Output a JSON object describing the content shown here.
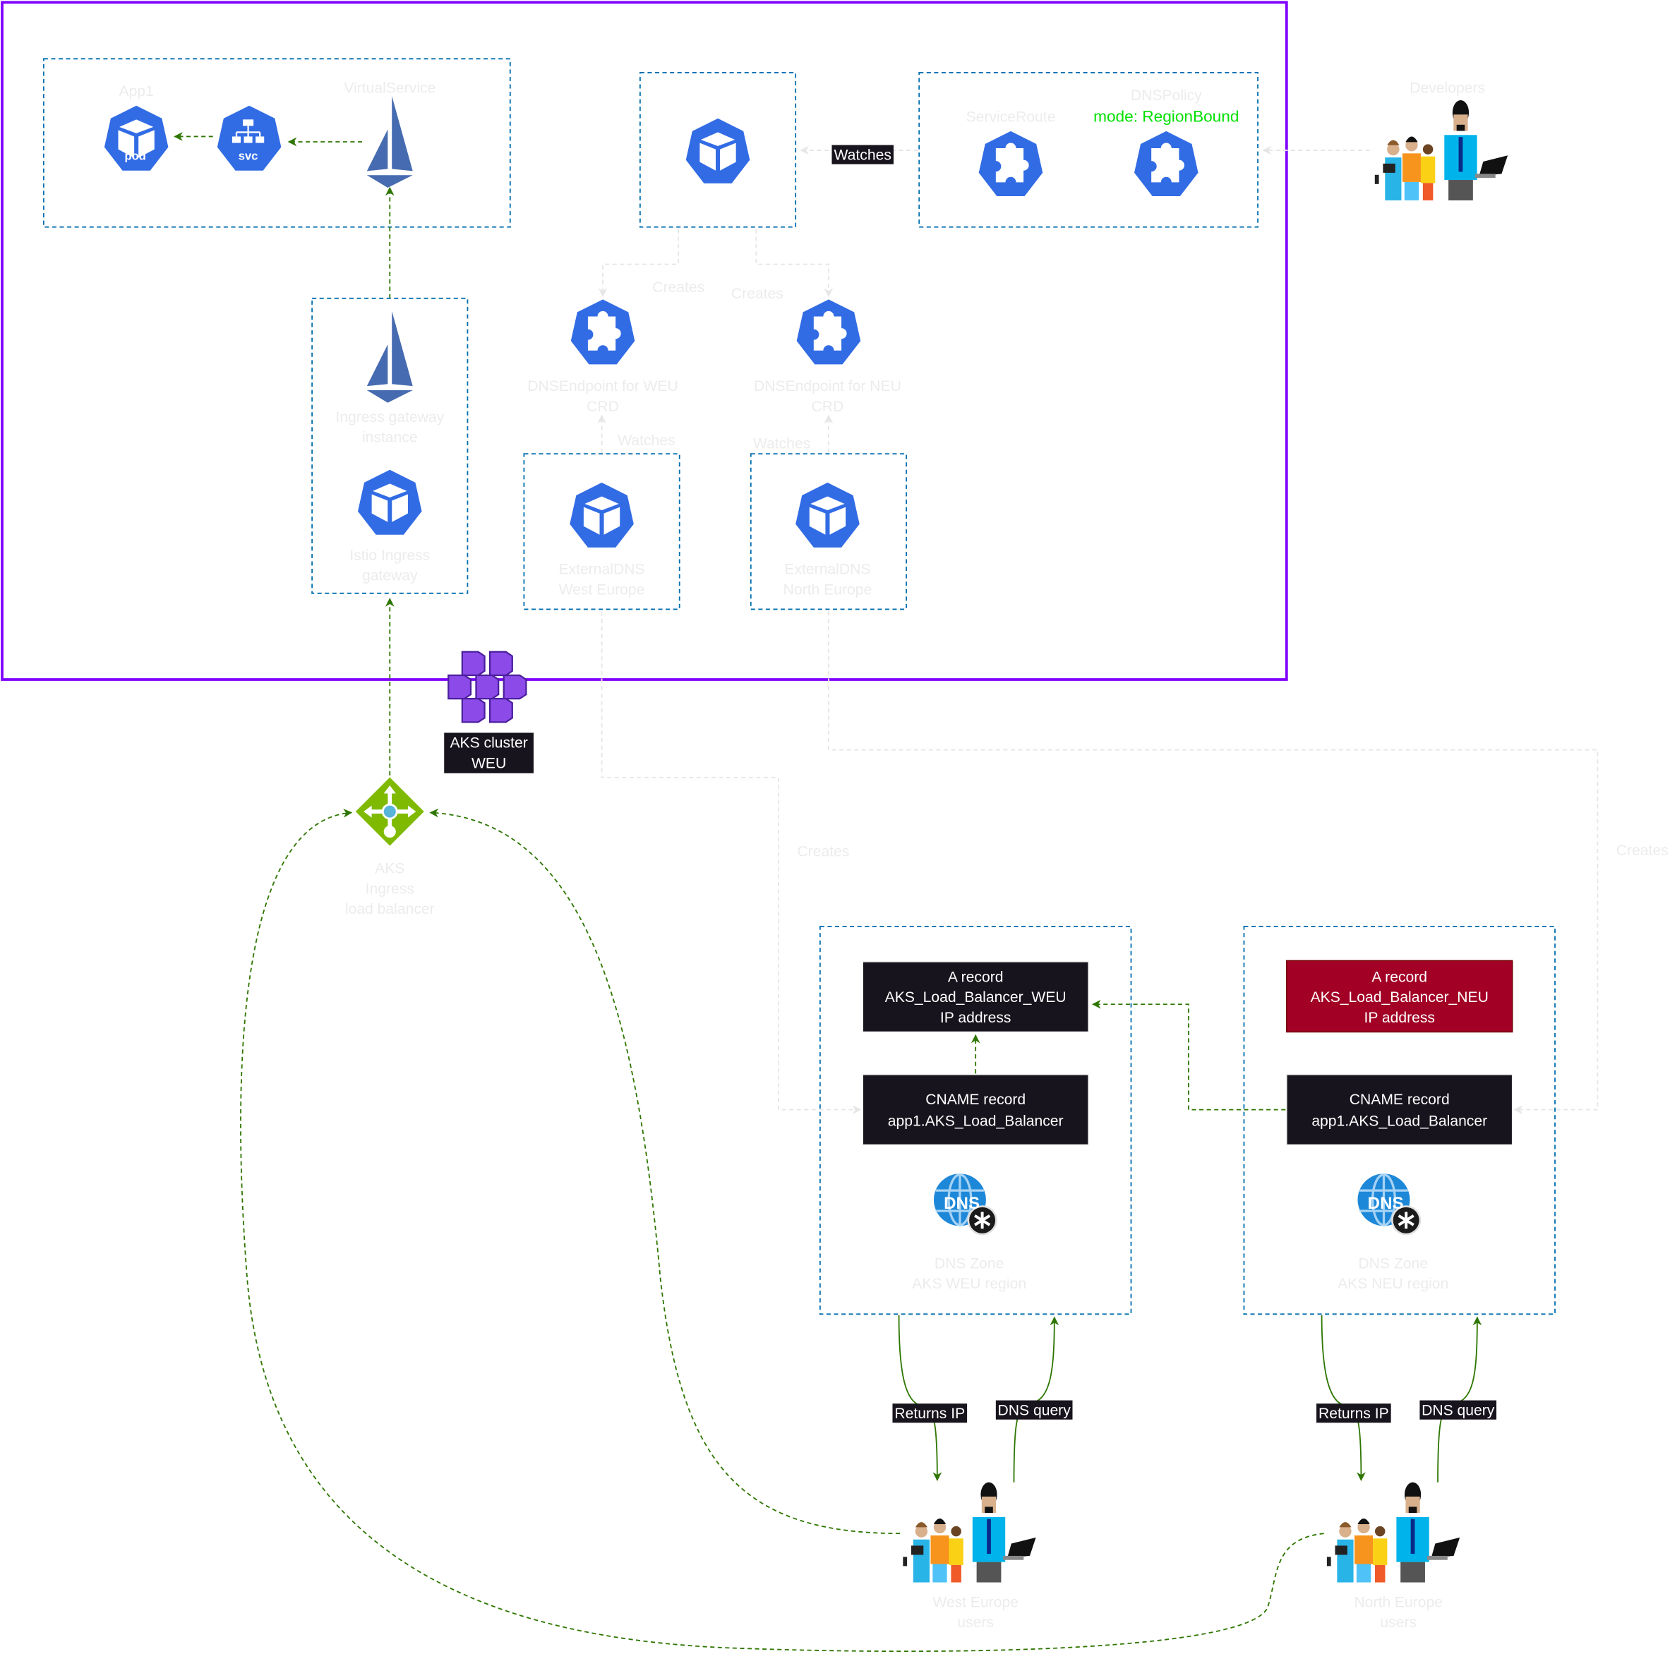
{
  "diagram": {
    "title": "AKS multi-region DNS with DNSPolicy RegionBound",
    "colors": {
      "cluster_frame": "#7F00FF",
      "group_border": "#006EAF",
      "flow_edge": "#2D7600",
      "faint_edge": "#E6E6E6",
      "label_dark_bg": "#18141D",
      "a_record_neu_bg": "#A20025",
      "mode_text": "#00E000",
      "k8s_blue": "#326CE5",
      "istio_blue": "#466BB0",
      "lb_green": "#7FBA00"
    },
    "app_group": {
      "app_label": "App1",
      "virtualservice_label": "VirtualService",
      "pod_label": "pod",
      "svc_label": "svc"
    },
    "controller": {
      "watches_label": "Watches"
    },
    "policy_group": {
      "serviceroute_label": "ServiceRoute",
      "dnspolicy_label": "DNSPolicy",
      "mode_label": "mode: RegionBound"
    },
    "developers": {
      "label": "Developers"
    },
    "ingress_group": {
      "instance_label_1": "Ingress gateway",
      "instance_label_2": "instance",
      "gateway_label_1": "Istio Ingress",
      "gateway_label_2": "gateway"
    },
    "endpoints": {
      "creates_left": "Creates",
      "creates_right": "Creates",
      "weu_label_1": "DNSEndpoint for WEU",
      "weu_label_2": "CRD",
      "neu_label_1": "DNSEndpoint for NEU",
      "neu_label_2": "CRD",
      "watches_left": "Watches",
      "watches_right": "Watches"
    },
    "externaldns": {
      "weu_label_1": "ExternalDNS",
      "weu_label_2": "West Europe",
      "neu_label_1": "ExternalDNS",
      "neu_label_2": "North Europe"
    },
    "cluster": {
      "label_1": "AKS cluster",
      "label_2": "WEU"
    },
    "load_balancer": {
      "label_1": "AKS",
      "label_2": "Ingress",
      "label_3": "load balancer"
    },
    "creates_weu": "Creates",
    "creates_neu": "Creates",
    "zone_weu": {
      "a_record_1": "A record",
      "a_record_2": "AKS_Load_Balancer_WEU",
      "a_record_3": "IP address",
      "cname_1": "CNAME record",
      "cname_2": "app1.AKS_Load_Balancer",
      "dns_badge": "DNS",
      "zone_label_1": "DNS Zone",
      "zone_label_2": "AKS WEU region"
    },
    "zone_neu": {
      "a_record_1": "A record",
      "a_record_2": "AKS_Load_Balancer_NEU",
      "a_record_3": "IP address",
      "cname_1": "CNAME record",
      "cname_2": "app1.AKS_Load_Balancer",
      "dns_badge": "DNS",
      "zone_label_1": "DNS Zone",
      "zone_label_2": "AKS NEU region"
    },
    "users_weu": {
      "returns_ip": "Returns IP",
      "dns_query": "DNS query",
      "label_1": "West Europe",
      "label_2": "users"
    },
    "users_neu": {
      "returns_ip": "Returns IP",
      "dns_query": "DNS query",
      "label_1": "North Europe",
      "label_2": "users"
    },
    "icons": {
      "pod": "k8s-pod-icon",
      "svc": "k8s-service-icon",
      "virtualservice": "istio-sail-icon",
      "controller": "k8s-pod-icon",
      "crd": "k8s-crd-puzzle-icon",
      "aks_cluster": "aks-cluster-icon",
      "load_balancer": "azure-load-balancer-icon",
      "dns_zone": "azure-dns-zone-icon",
      "users": "people-group-icon"
    }
  }
}
